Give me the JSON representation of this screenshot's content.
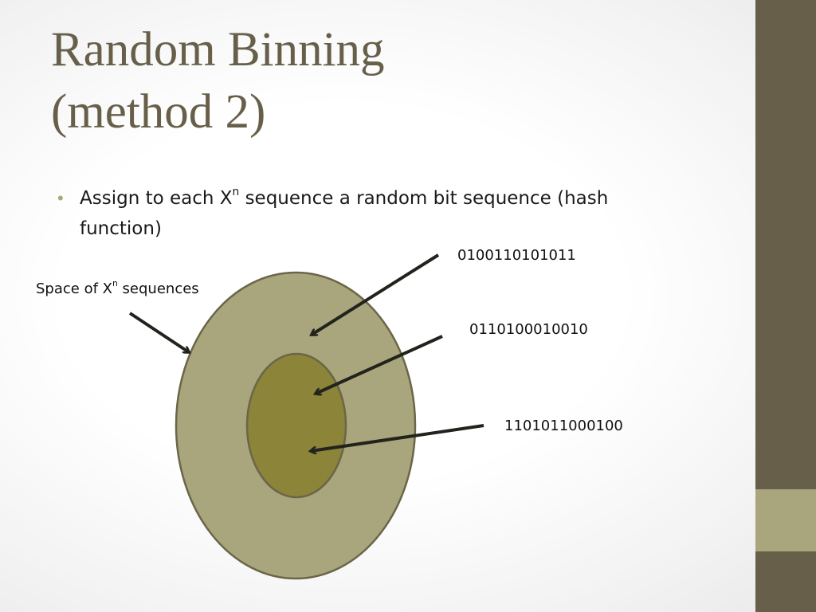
{
  "slide": {
    "title_line1": "Random Binning",
    "title_line2": "(method 2)",
    "bullet": {
      "marker": "•",
      "text_before": "Assign to each X",
      "superscript": "n",
      "text_after": " sequence a random bit sequence (hash function)"
    }
  },
  "diagram": {
    "space_label": {
      "text_before": "Space of X",
      "superscript": "n",
      "text_after": " sequences"
    },
    "hash_labels": [
      "0100110101011",
      "0110100010010",
      "1101011000100"
    ]
  },
  "colors": {
    "title": "#675f49",
    "sidebar_dark": "#675f49",
    "sidebar_accent": "#a9a57c",
    "outer_ellipse": "#a9a57c",
    "inner_ellipse": "#8b8439",
    "ellipse_stroke": "#6b6648",
    "arrow": "#22231d",
    "bullet_marker": "#a9a57c"
  }
}
